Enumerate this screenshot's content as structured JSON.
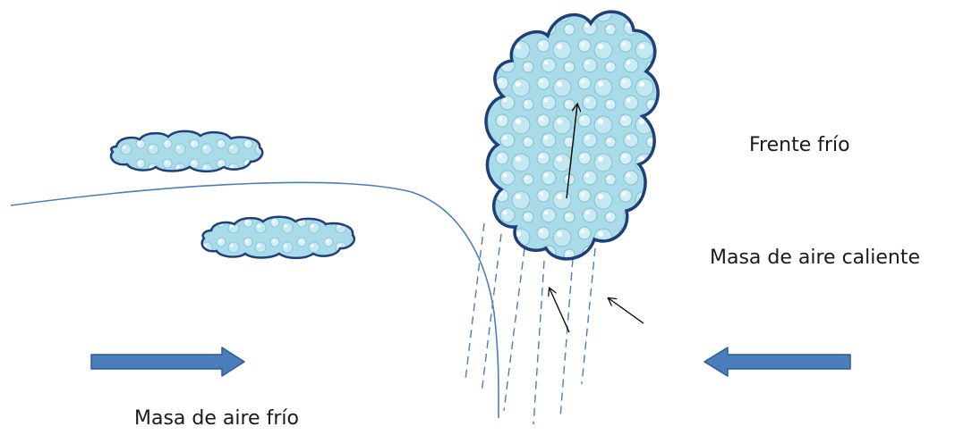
{
  "labels": {
    "cold_front": "Frente frío",
    "warm_air_mass": "Masa de aire caliente",
    "cold_air_mass": "Masa de aire frío"
  },
  "colors": {
    "cloud_fill": "#a9dbe8",
    "cloud_fill_light": "#d4eff6",
    "cloud_outline": "#1f3f7a",
    "front_line": "#4a7ebb",
    "rain_streak": "#4a7ebb",
    "big_arrow": "#4a7ebb",
    "big_arrow_outline": "#2f5a92",
    "thin_arrow": "#000000",
    "text": "#1a1a1a"
  },
  "icons": {
    "cloud": "cloud-icon",
    "cumulonimbus": "cumulonimbus-cloud-icon",
    "arrow_right": "arrow-right-icon",
    "arrow_left": "arrow-left-icon"
  }
}
